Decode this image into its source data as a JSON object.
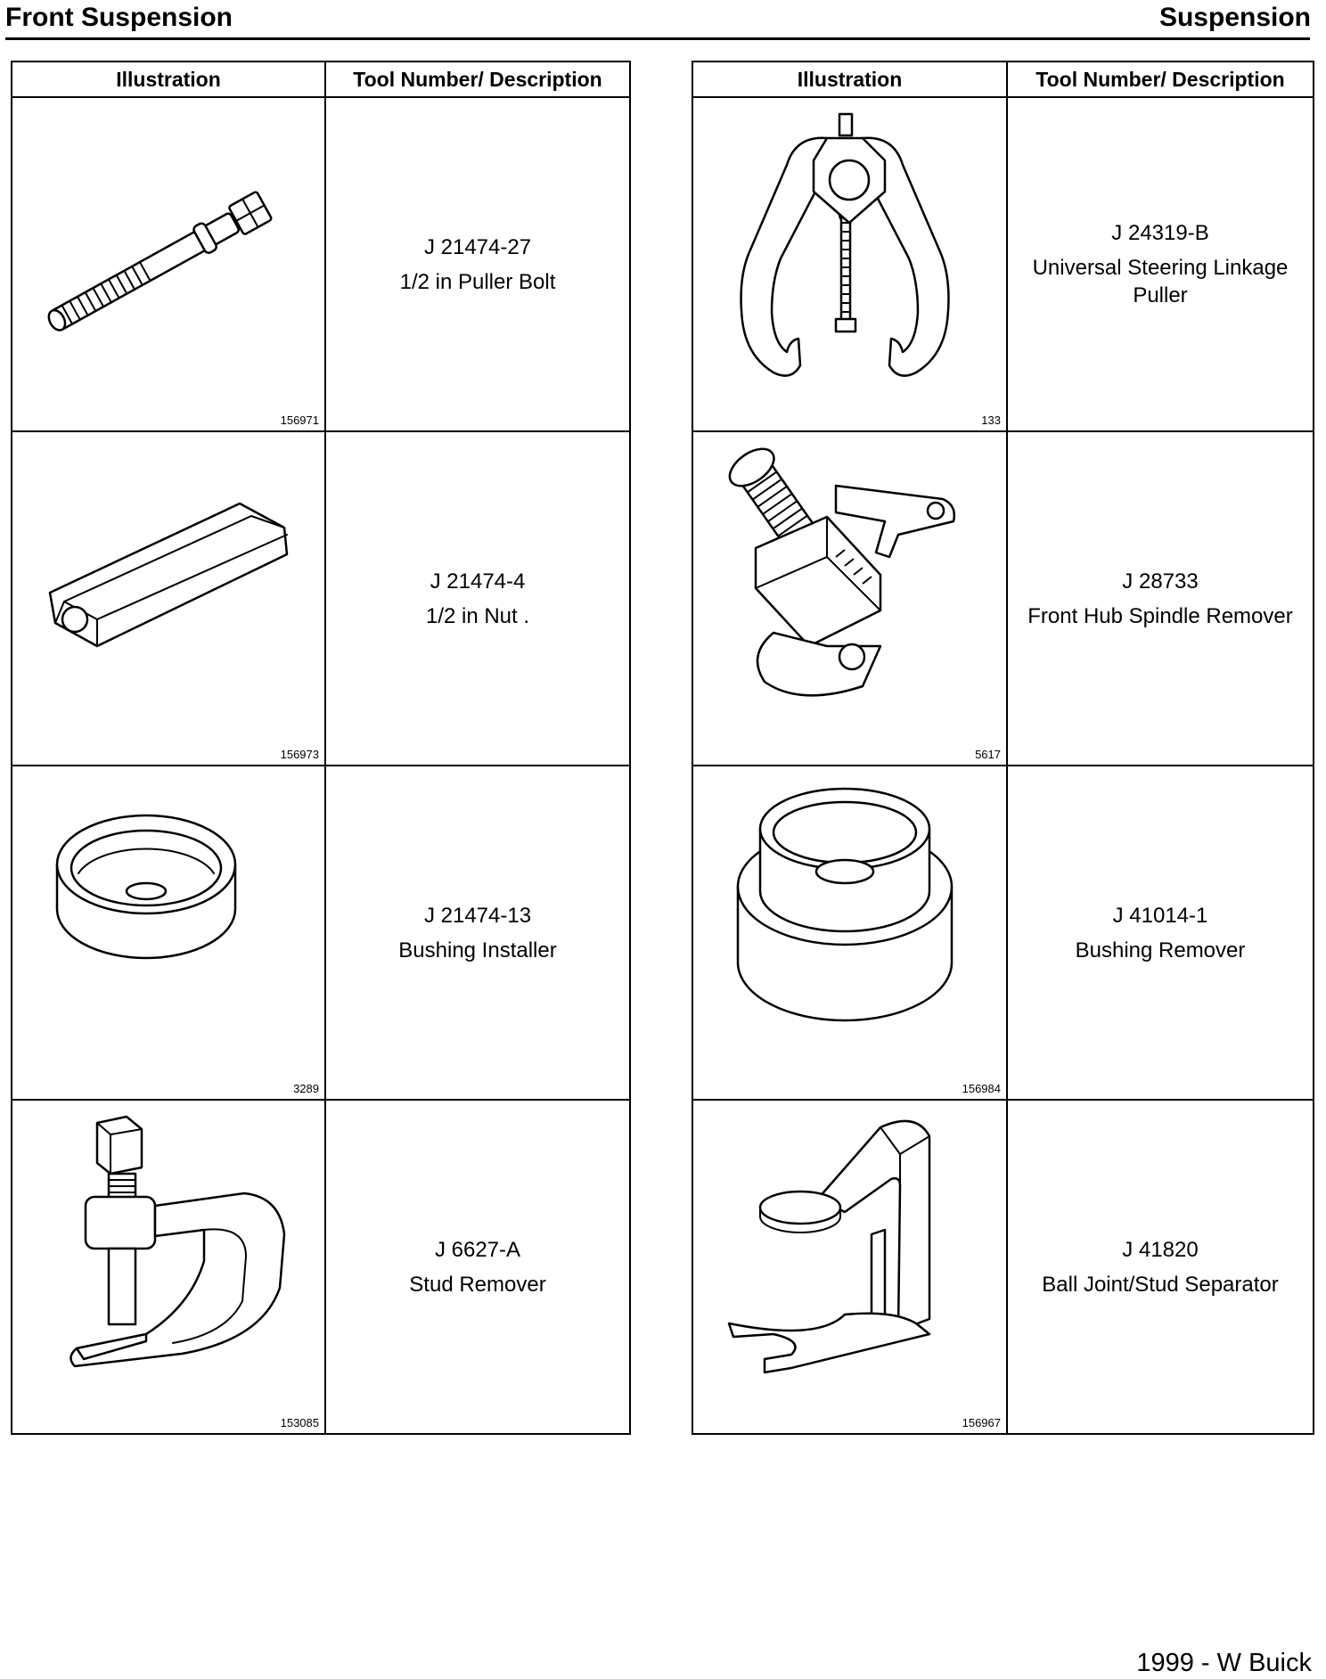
{
  "header": {
    "left_title": "Front Suspension",
    "right_title": "Suspension"
  },
  "columns": {
    "illustration": "Illustration",
    "tool": "Tool Number/ Description"
  },
  "left_table": [
    {
      "figure": "156971",
      "icon": "puller-bolt-icon",
      "number": "J 21474-27",
      "description": "1/2 in Puller Bolt"
    },
    {
      "figure": "156973",
      "icon": "hex-nut-icon",
      "number": "J 21474-4",
      "description": "1/2 in Nut ."
    },
    {
      "figure": "3289",
      "icon": "bushing-installer-icon",
      "number": "J 21474-13",
      "description": "Bushing Installer"
    },
    {
      "figure": "153085",
      "icon": "stud-remover-icon",
      "number": "J 6627-A",
      "description": "Stud Remover"
    }
  ],
  "right_table": [
    {
      "figure": "133",
      "icon": "steering-linkage-puller-icon",
      "number": "J 24319-B",
      "description": "Universal Steering Linkage Puller"
    },
    {
      "figure": "5617",
      "icon": "hub-spindle-remover-icon",
      "number": "J 28733",
      "description": "Front Hub Spindle Remover"
    },
    {
      "figure": "156984",
      "icon": "bushing-remover-icon",
      "number": "J 41014-1",
      "description": "Bushing Remover"
    },
    {
      "figure": "156967",
      "icon": "ball-joint-separator-icon",
      "number": "J 41820",
      "description": "Ball Joint/Stud Separator"
    }
  ],
  "footer": {
    "text": "1999 - W Buick"
  }
}
